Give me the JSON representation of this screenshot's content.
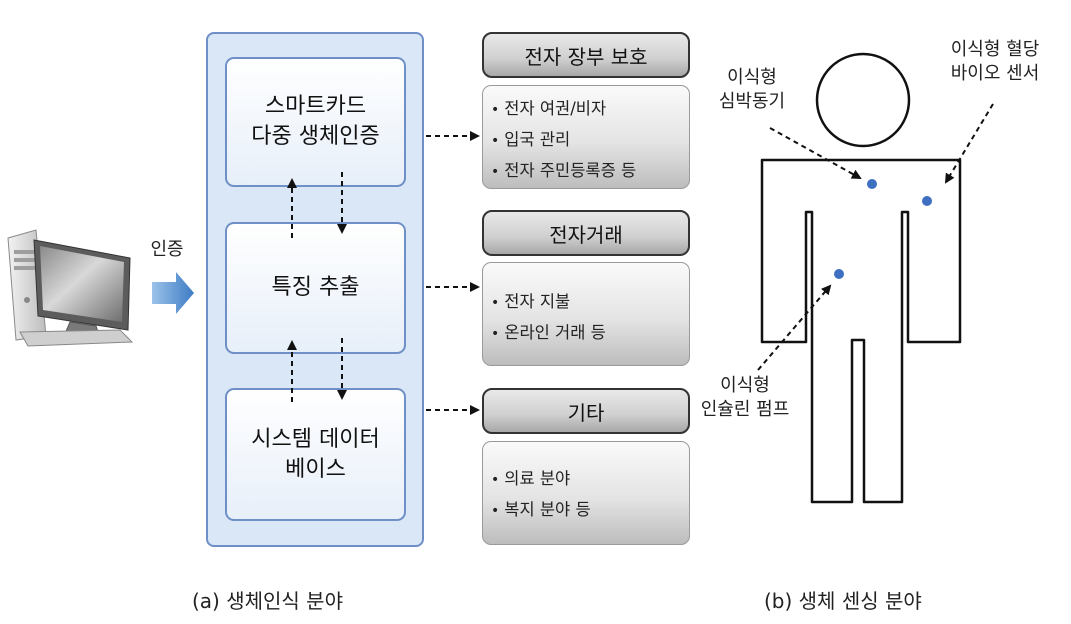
{
  "left": {
    "auth_label": "인증",
    "boxes": [
      {
        "label": "스마트카드\n다중 생체인증"
      },
      {
        "label": "특징 추출"
      },
      {
        "label": "시스템 데이터\n베이스"
      }
    ],
    "categories": [
      {
        "title": "전자 장부 보호",
        "items": [
          "전자 여권/비자",
          "입국 관리",
          "전자 주민등록증 등"
        ]
      },
      {
        "title": "전자거래",
        "items": [
          "전자 지불",
          "온라인 거래 등"
        ]
      },
      {
        "title": "기타",
        "items": [
          "의료 분야",
          "복지 분야 등"
        ]
      }
    ],
    "caption": "(a) 생체인식 분야"
  },
  "right": {
    "labels": {
      "pacemaker": "이식형\n심박동기",
      "glucose_sensor": "이식형 혈당\n바이오 센서",
      "insulin_pump": "이식형\n인슐린 펌프"
    },
    "caption": "(b) 생체 센싱 분야"
  },
  "colors": {
    "panel_fill": "#d9e7f7",
    "panel_border": "#6f8fc7",
    "arrow_blue": "#4a86c8",
    "dot_blue": "#3e6fc0"
  },
  "icons": [
    "desktop-computer-icon",
    "auth-arrow-icon"
  ]
}
